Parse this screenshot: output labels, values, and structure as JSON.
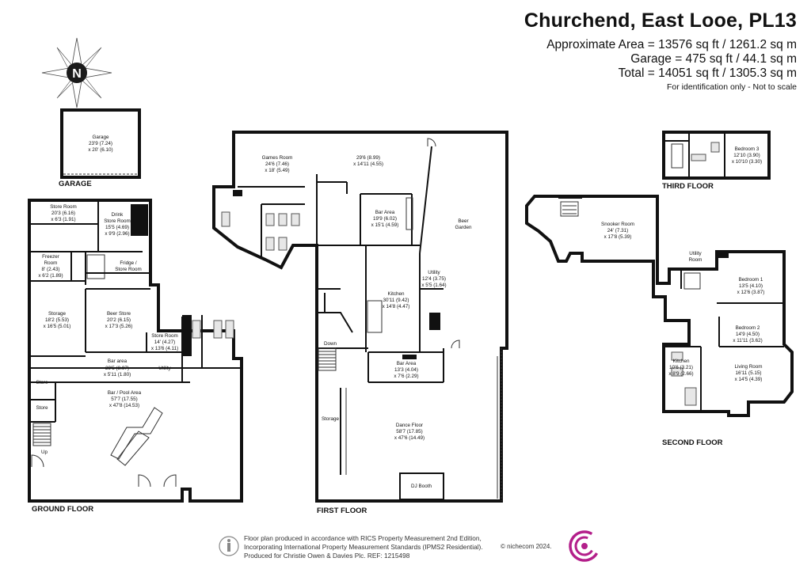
{
  "header": {
    "title": "Churchend, East Looe, PL13",
    "approx_area": "Approximate Area = 13576 sq ft / 1261.2 sq m",
    "garage_area": "Garage = 475 sq ft / 44.1 sq m",
    "total_area": "Total = 14051 sq ft / 1305.3 sq m",
    "disclaimer": "For identification only - Not to scale"
  },
  "compass": {
    "label": "N"
  },
  "floors": {
    "garage": "GARAGE",
    "ground": "GROUND FLOOR",
    "first": "FIRST FLOOR",
    "second": "SECOND FLOOR",
    "third": "THIRD FLOOR"
  },
  "rooms": {
    "garage": {
      "name": "Garage",
      "d1": "23'9 (7.24)",
      "d2": "x 20' (6.10)"
    },
    "store_room": {
      "name": "Store Room",
      "d1": "20'3 (6.16)",
      "d2": "x 6'3 (1.91)"
    },
    "drink_store": {
      "name": "Drink",
      "name2": "Store Room",
      "d1": "15'5 (4.69)",
      "d2": "x 9'9 (2.96)"
    },
    "freezer": {
      "name": "Freezer",
      "name2": "Room",
      "d1": "8' (2.43)",
      "d2": "x 6'2 (1.89)"
    },
    "fridge_store": {
      "name": "Fridge /",
      "name2": "Store Room"
    },
    "storage_g": {
      "name": "Storage",
      "d1": "18'2 (5.53)",
      "d2": "x 16'5 (5.01)"
    },
    "beer_store": {
      "name": "Beer Store",
      "d1": "20'2 (6.15)",
      "d2": "x 17'3 (5.26)"
    },
    "store_room2": {
      "name": "Store Room",
      "d1": "14' (4.27)",
      "d2": "x 13'6 (4.11)"
    },
    "bar_area_g": {
      "name": "Bar area",
      "d1": "29'5 (8.97)",
      "d2": "x 5'11 (1.80)"
    },
    "utility_g": {
      "name": "Utility"
    },
    "store1": {
      "name": "Store"
    },
    "store2": {
      "name": "Store"
    },
    "up": {
      "name": "Up"
    },
    "bar_pool": {
      "name": "Bar / Pool Area",
      "d1": "57'7 (17.55)",
      "d2": "x 47'8 (14.53)"
    },
    "games": {
      "name": "Games Room",
      "d1": "24'6 (7.46)",
      "d2": "x 18' (5.49)"
    },
    "games_ext": {
      "d1": "29'6 (8.99)",
      "d2": "x 14'11 (4.55)"
    },
    "bar_area_1": {
      "name": "Bar Area",
      "d1": "19'9 (6.02)",
      "d2": "x 15'1 (4.59)"
    },
    "beer_garden": {
      "name": "Beer",
      "name2": "Garden"
    },
    "utility_1": {
      "name": "Utility",
      "d1": "12'4 (3.75)",
      "d2": "x 5'5 (1.64)"
    },
    "kitchen_1": {
      "name": "Kitchen",
      "d1": "30'11 (9.42)",
      "d2": "x 14'8 (4.47)"
    },
    "bar_area_2": {
      "name": "Bar Area",
      "d1": "13'3 (4.04)",
      "d2": "x 7'6 (2.29)"
    },
    "down": {
      "name": "Down"
    },
    "storage_1": {
      "name": "Storage"
    },
    "dance": {
      "name": "Dance Floor",
      "d1": "58'7 (17.85)",
      "d2": "x 47'6 (14.49)"
    },
    "dj": {
      "name": "DJ Booth"
    },
    "snooker": {
      "name": "Snooker Room",
      "d1": "24' (7.31)",
      "d2": "x 17'8 (5.39)"
    },
    "utility_2": {
      "name": "Utility",
      "name2": "Room"
    },
    "bedroom1": {
      "name": "Bedroom 1",
      "d1": "13'5 (4.10)",
      "d2": "x 12'6 (3.87)"
    },
    "bedroom2": {
      "name": "Bedroom 2",
      "d1": "14'9 (4.50)",
      "d2": "x 11'11 (3.62)"
    },
    "kitchen_2": {
      "name": "Kitchen",
      "d1": "10'6 (3.21)",
      "d2": "x 8'9 (2.66)"
    },
    "living": {
      "name": "Living Room",
      "d1": "16'11 (5.15)",
      "d2": "x 14'5 (4.39)"
    },
    "bedroom3": {
      "name": "Bedroom 3",
      "d1": "12'10 (3.90)",
      "d2": "x 10'10 (3.30)"
    }
  },
  "footer": {
    "line1": "Floor plan produced in accordance with RICS Property Measurement 2nd Edition,",
    "line2": "Incorporating International Property Measurement Standards (IPMS2 Residential).",
    "line3": "Produced for Christie Owen & Davies Plc.   REF: 1215498",
    "copyright": "© nichecom 2024."
  },
  "colors": {
    "wall": "#111111",
    "logo": "#b31f8a",
    "fixture": "#e7e7e7"
  }
}
